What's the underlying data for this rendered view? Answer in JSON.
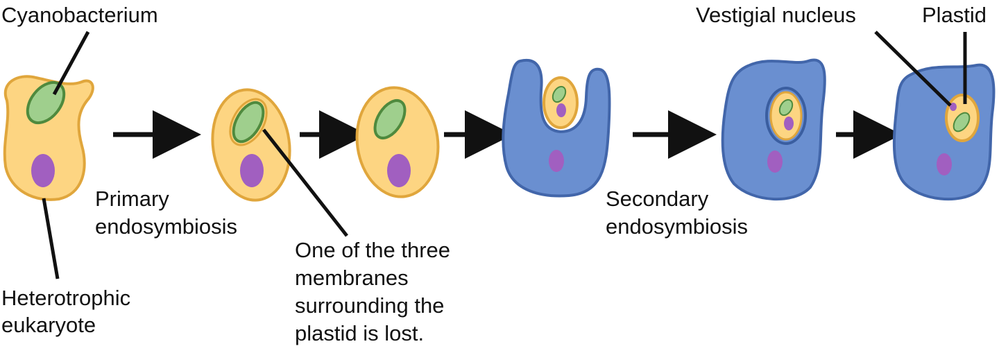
{
  "labels": {
    "cyanobacterium": "Cyanobacterium",
    "heterotrophic_eukaryote_line1": "Heterotrophic",
    "heterotrophic_eukaryote_line2": "eukaryote",
    "primary_line1": "Primary",
    "primary_line2": "endosymbiosis",
    "membrane_note": [
      "One of the three",
      "membranes",
      "surrounding the",
      "plastid is lost."
    ],
    "secondary_line1": "Secondary",
    "secondary_line2": "endosymbiosis",
    "vestigial_nucleus": "Vestigial nucleus",
    "plastid": "Plastid"
  },
  "colors": {
    "host_cell_fill": "#fdd582",
    "host_cell_stroke": "#e0a63c",
    "secondary_host_fill": "#6a8fd0",
    "secondary_host_stroke": "#4266aa",
    "plastid_fill": "#9fcf8d",
    "plastid_stroke": "#4f8a3e",
    "nucleus_fill": "#a15fc0",
    "arrow": "#111111"
  }
}
